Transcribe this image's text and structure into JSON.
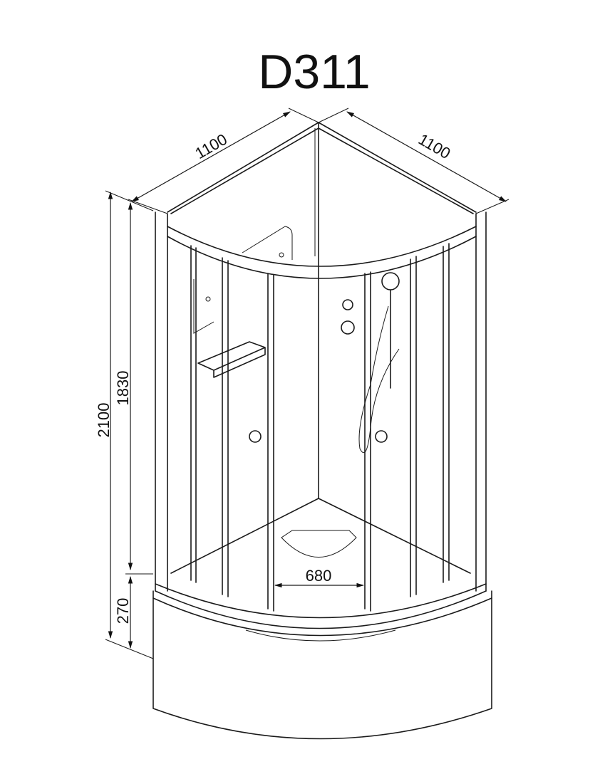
{
  "title": "D311",
  "dimensions": {
    "width_left": "1100",
    "width_right": "1100",
    "total_height": "2100",
    "cabin_height": "1830",
    "tray_height": "270",
    "door_opening": "680"
  }
}
